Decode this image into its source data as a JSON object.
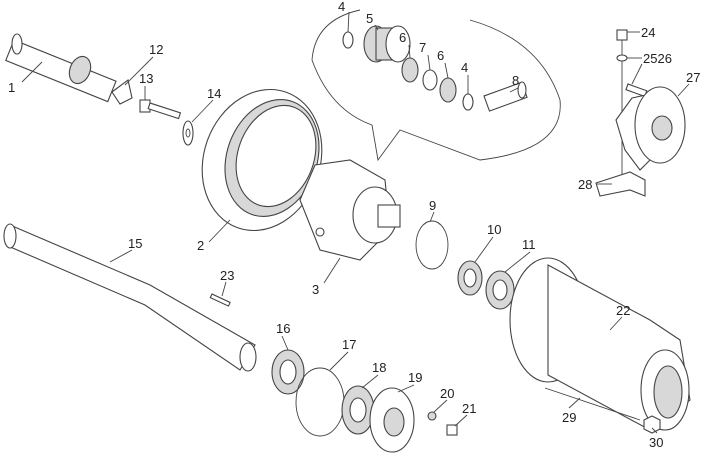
{
  "diagram": {
    "title": "Exploded view of final drive / axle assembly",
    "callouts": [
      "1",
      "2",
      "3",
      "4",
      "5",
      "6",
      "7",
      "6",
      "4",
      "8",
      "9",
      "10",
      "11",
      "12",
      "13",
      "14",
      "15",
      "16",
      "17",
      "18",
      "19",
      "20",
      "21",
      "22",
      "23",
      "24",
      "2526",
      "27",
      "28",
      "29",
      "30"
    ]
  }
}
